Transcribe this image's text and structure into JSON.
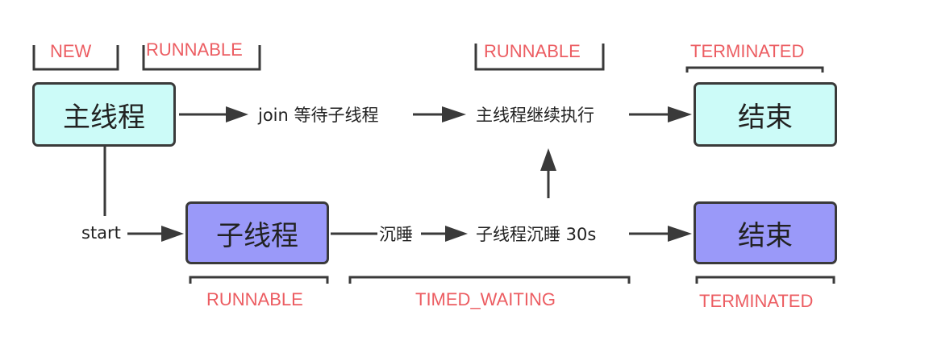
{
  "nodes": {
    "main_thread": "主线程",
    "child_thread": "子线程",
    "end_top": "结束",
    "end_bottom": "结束"
  },
  "labels": {
    "join_wait": "join 等待子线程",
    "main_continue": "主线程继续执行",
    "start": "start",
    "sleep": "沉睡",
    "child_sleep": "子线程沉睡 30s"
  },
  "states": {
    "new": "NEW",
    "main_runnable": "RUNNABLE",
    "continue_runnable": "RUNNABLE",
    "main_terminated": "TERMINATED",
    "child_runnable": "RUNNABLE",
    "timed_waiting": "TIMED_WAITING",
    "child_terminated": "TERMINATED"
  },
  "colors": {
    "main_fill": "#ccfbf8",
    "child_fill": "#9a99f9",
    "state_text": "#ec5d62",
    "line": "#3a3a3a"
  }
}
